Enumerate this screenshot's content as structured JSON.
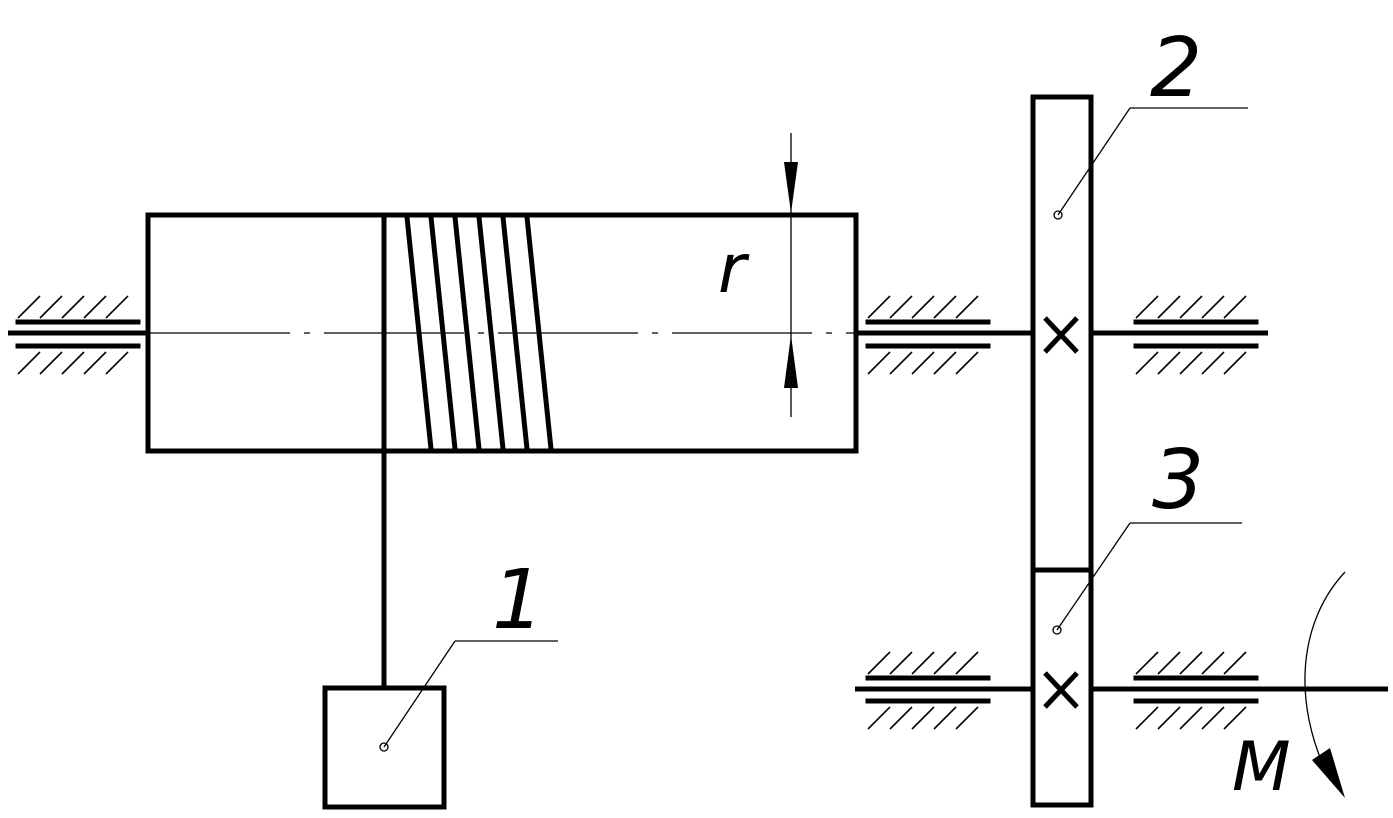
{
  "labels": {
    "part1": "1",
    "part2": "2",
    "part3": "3",
    "radius": "r",
    "moment": "M"
  },
  "colors": {
    "line": "#000000",
    "background": "#ffffff"
  }
}
